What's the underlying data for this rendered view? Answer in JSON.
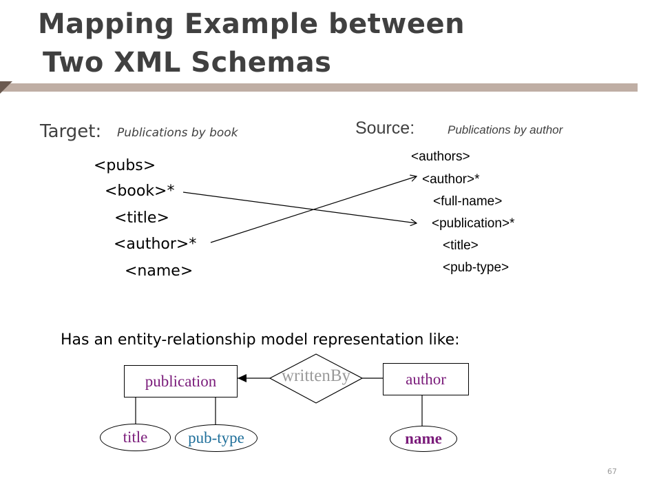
{
  "slide": {
    "title_line1": "Mapping Example between",
    "title_line2": "Two XML Schemas",
    "page_number": "67"
  },
  "target": {
    "label": "Target:",
    "subtitle": "Publications by book",
    "elements": [
      {
        "tag": "<pubs>",
        "star": ""
      },
      {
        "tag": "<book>",
        "star": "*"
      },
      {
        "tag": "<title>",
        "star": ""
      },
      {
        "tag": "<author>",
        "star": "*"
      },
      {
        "tag": "<name>",
        "star": ""
      }
    ]
  },
  "source": {
    "label": "Source:",
    "subtitle": "Publications by author",
    "elements": [
      {
        "tag": "<authors>",
        "star": ""
      },
      {
        "tag": "<author>",
        "star": "*"
      },
      {
        "tag": "<full-name>",
        "star": ""
      },
      {
        "tag": "<publication>",
        "star": "*"
      },
      {
        "tag": "<title>",
        "star": ""
      },
      {
        "tag": "<pub-type>",
        "star": ""
      }
    ]
  },
  "er_model": {
    "caption": "Has an entity-relationship model representation like:",
    "entities": {
      "publication": "publication",
      "author": "author"
    },
    "relationship": "writtenBy",
    "attributes": {
      "title": "title",
      "pub_type": "pub-type",
      "name": "name"
    },
    "colors": {
      "entity_text": "#7a1b7a",
      "title_attr": "#7a1b7a",
      "pub_type_attr": "#1f6f9a",
      "name_attr": "#7a1b7a",
      "relationship_text": "#999999"
    }
  },
  "colors": {
    "title": "#404040",
    "rule": "#bfaea4"
  }
}
